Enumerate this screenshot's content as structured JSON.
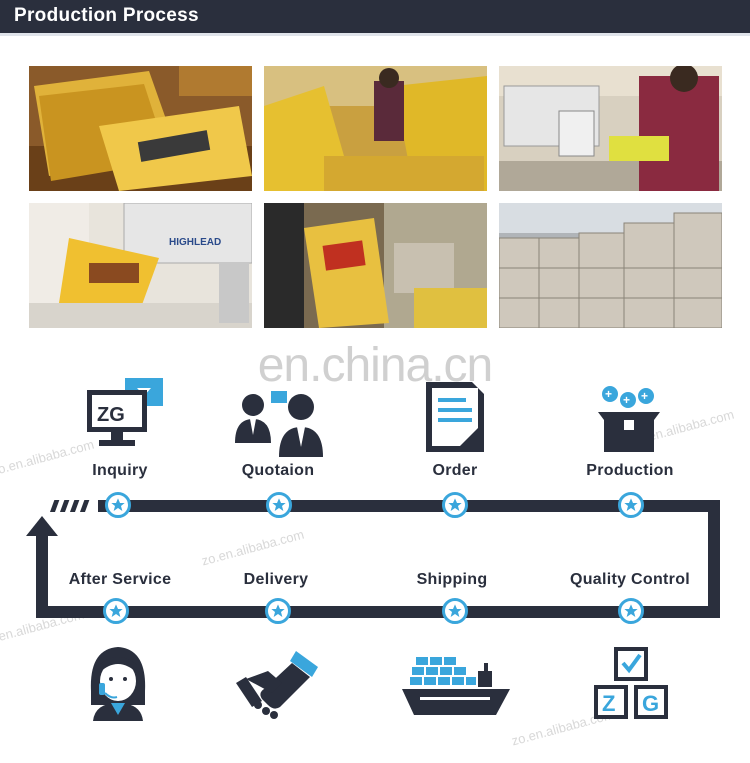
{
  "header": {
    "title": "Production Process"
  },
  "watermark": {
    "text": "en.china.cn",
    "small": "zo.en.alibaba.com"
  },
  "photos": [
    {
      "name": "photo-stacked-bags"
    },
    {
      "name": "photo-workers-sorting"
    },
    {
      "name": "photo-sewing-worker"
    },
    {
      "name": "photo-highlead-sewing-machine",
      "machine_label": "HIGHLEAD"
    },
    {
      "name": "photo-inspecting-bag"
    },
    {
      "name": "photo-warehouse-boxes"
    }
  ],
  "steps_top": [
    {
      "label": "Inquiry",
      "icon": "computer-icon",
      "icon_text": "ZG"
    },
    {
      "label": "Quotaion",
      "icon": "businessmen-icon"
    },
    {
      "label": "Order",
      "icon": "document-icon"
    },
    {
      "label": "Production",
      "icon": "box-icon"
    }
  ],
  "steps_bottom": [
    {
      "label": "After Service",
      "icon": "customer-service-icon"
    },
    {
      "label": "Delivery",
      "icon": "handshake-icon"
    },
    {
      "label": "Shipping",
      "icon": "cargo-ship-icon"
    },
    {
      "label": "Quality Control",
      "icon": "quality-blocks-icon",
      "icon_text_1": "Z",
      "icon_text_2": "G"
    }
  ],
  "colors": {
    "dark": "#2a2f3d",
    "accent": "#3aa6dc",
    "header": "#2a2f3d"
  }
}
